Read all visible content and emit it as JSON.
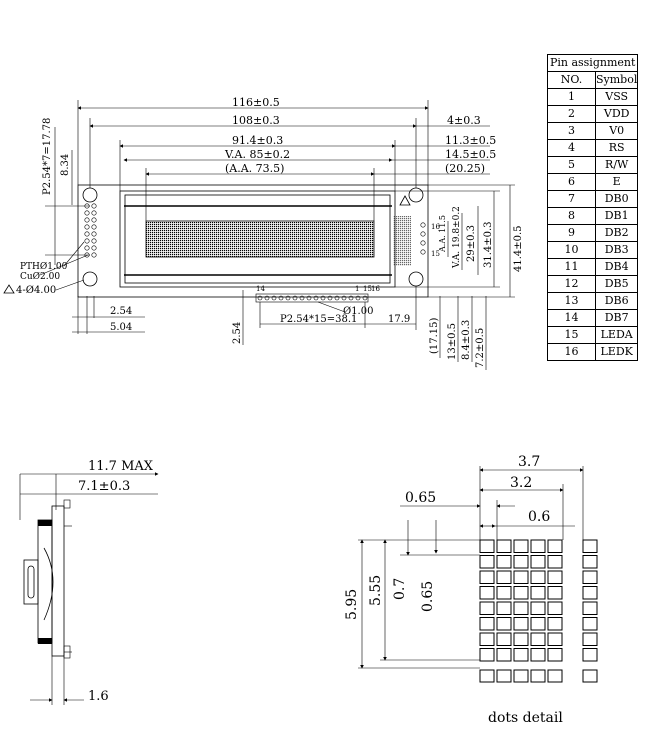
{
  "pin_table": {
    "title": "Pin assignment",
    "headers": [
      "NO.",
      "Symbol"
    ],
    "rows": [
      [
        "1",
        "VSS"
      ],
      [
        "2",
        "VDD"
      ],
      [
        "3",
        "V0"
      ],
      [
        "4",
        "RS"
      ],
      [
        "5",
        "R/W"
      ],
      [
        "6",
        "E"
      ],
      [
        "7",
        "DB0"
      ],
      [
        "8",
        "DB1"
      ],
      [
        "9",
        "DB2"
      ],
      [
        "10",
        "DB3"
      ],
      [
        "11",
        "DB4"
      ],
      [
        "12",
        "DB5"
      ],
      [
        "13",
        "DB6"
      ],
      [
        "14",
        "DB7"
      ],
      [
        "15",
        "LEDA"
      ],
      [
        "16",
        "LEDK"
      ]
    ]
  },
  "front_view": {
    "dims": {
      "overall_width": "116±0.5",
      "pcb_hole_span": "108±0.3",
      "bezel_width": "91.4±0.3",
      "view_area": "V.A. 85±0.2",
      "active_area": "(A.A. 73.5)",
      "hole_edge": "4±0.3",
      "right_11_3": "11.3±0.5",
      "right_14_5": "14.5±0.5",
      "right_20_25": "(20.25)",
      "pin_header_span": "P2.54*7=17.78",
      "left_8_34": "8.34",
      "pth": "PTHØ1.00",
      "cu": "CuØ2.00",
      "holes": "4-Ø4.00",
      "left_2_54": "2.54",
      "left_5_04": "5.04",
      "bottom_2_54": "2.54",
      "pin_pitch": "P2.54*15=38.1",
      "pin_dia": "Ø1.00",
      "pin_right": "17.9",
      "aa_11_5": "A.A. 11.5",
      "va_19_8": "V.A. 19.8±0.2",
      "h_29": "29±0.3",
      "h_31_4": "31.4±0.3",
      "h_41_4": "41.4±0.5",
      "v_17_15": "(17.15)",
      "v_13": "13±0.5",
      "v_8_4": "8.4±0.3",
      "v_7_2": "7.2±0.5",
      "pin_labels": [
        "14",
        "1",
        "15",
        "16"
      ],
      "conn_labels": [
        "16",
        "15"
      ]
    }
  },
  "side_view": {
    "max": "11.7 MAX",
    "thick": "7.1±0.3",
    "pin": "1.6"
  },
  "dots_detail": {
    "label": "dots detail",
    "w_total": "3.7",
    "w_char": "3.2",
    "dot_pitch": "0.65",
    "dot_w": "0.6",
    "h_total": "5.95",
    "h_char": "5.55",
    "dot_pitch_v": "0.7",
    "dot_h": "0.65"
  }
}
